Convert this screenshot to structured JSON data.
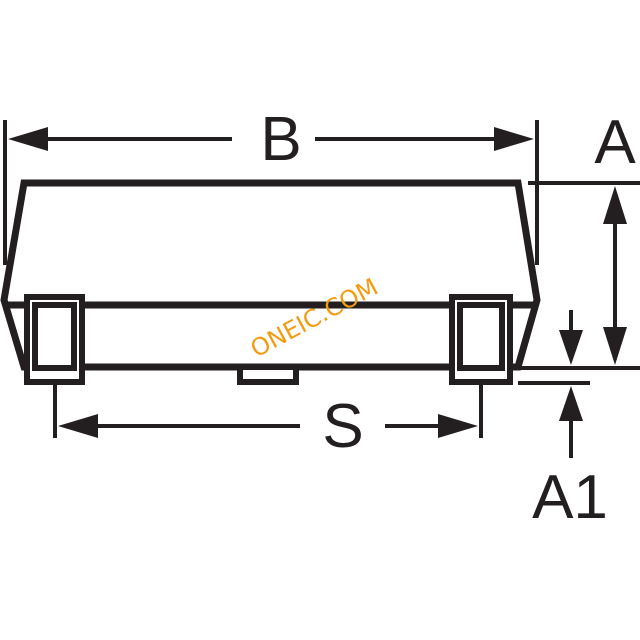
{
  "labels": {
    "b": "B",
    "a": "A",
    "s": "S",
    "a1": "A1"
  },
  "watermark": "ONEIC.COM",
  "colors": {
    "line": "#231f20",
    "watermark": "#f39c12",
    "background": "#ffffff"
  }
}
